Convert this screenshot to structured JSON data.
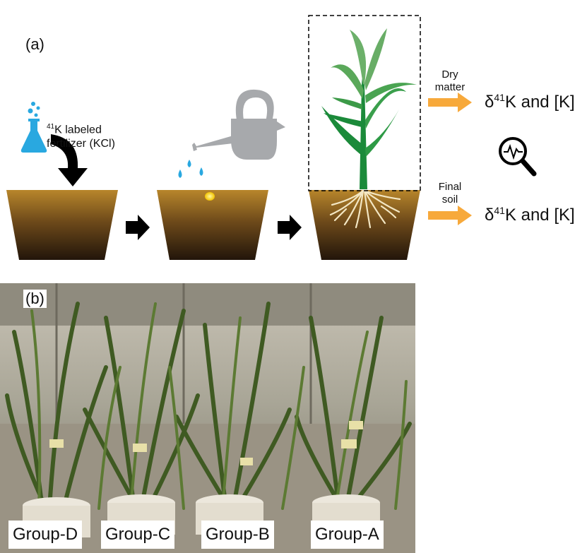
{
  "panel_a": {
    "label": "(a)",
    "fertilizer_label_sup": "41",
    "fertilizer_label_line1": "K labeled",
    "fertilizer_label_line2": "fertilizer (KCl)",
    "branch_top_label_line1": "Dry",
    "branch_top_label_line2": "matter",
    "branch_bottom_label_line1": "Final",
    "branch_bottom_label_line2": "soil",
    "result_prefix": "δ",
    "result_sup": "41",
    "result_suffix": "K and [K]",
    "icons": [
      "flask-icon",
      "watering-can-icon",
      "magnifier-icon",
      "arrow-icon"
    ],
    "colors": {
      "flask": "#29a8e0",
      "arrow_orange": "#f7a93b",
      "plant_green": "#1b8a3a",
      "soil_top": "#b8862b",
      "soil_bottom": "#2a1a0c",
      "can_gray": "#a7a9ac"
    }
  },
  "panel_b": {
    "label": "(b)",
    "groups": [
      "Group-D",
      "Group-C",
      "Group-B",
      "Group-A"
    ]
  }
}
